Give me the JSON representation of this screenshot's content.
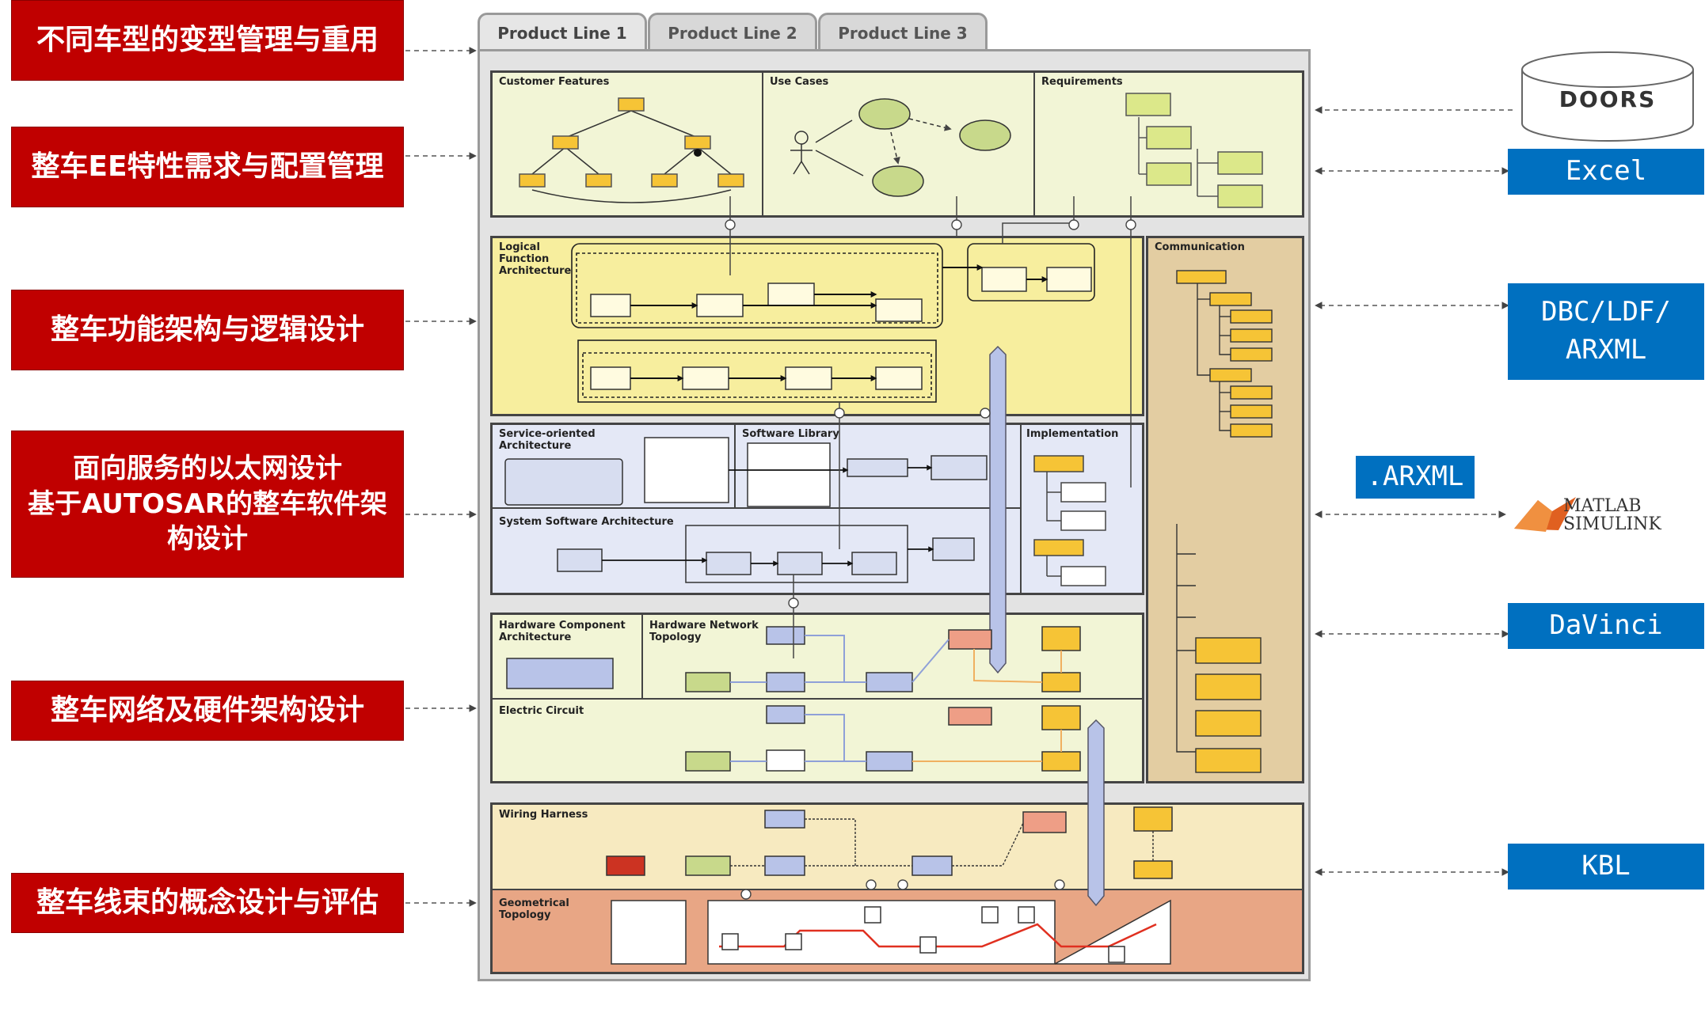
{
  "left_labels": [
    {
      "text": "不同车型的变型管理与重用"
    },
    {
      "text": "整车EE特性需求与配置管理"
    },
    {
      "text": "整车功能架构与逻辑设计"
    },
    {
      "text": "面向服务的以太网设计\n基于AUTOSAR的整车软件架\n构设计"
    },
    {
      "text": "整车网络及硬件架构设计"
    },
    {
      "text": "整车线束的概念设计与评估"
    }
  ],
  "tabs": [
    {
      "label": "Product Line 1"
    },
    {
      "label": "Product Line 2"
    },
    {
      "label": "Product Line 3"
    }
  ],
  "panels": {
    "customer_features": "Customer Features",
    "use_cases": "Use Cases",
    "requirements": "Requirements",
    "logical_function_architecture": "Logical\nFunction\nArchitecture",
    "communication": "Communication",
    "soa": "Service-oriented\nArchitecture",
    "software_library": "Software Library",
    "implementation": "Implementation",
    "system_software_architecture": "System Software Architecture",
    "hardware_component_architecture": "Hardware Component\nArchitecture",
    "hardware_network_topology": "Hardware Network\nTopology",
    "electric_circuit": "Electric Circuit",
    "wiring_harness": "Wiring Harness",
    "geometrical_topology": "Geometrical\nTopology"
  },
  "right_tools": {
    "doors": "DOORS",
    "excel": "Excel",
    "network": "DBC/LDF/\nARXML",
    "arxml": ".ARXML",
    "matlab_top": "MATLAB",
    "matlab_bottom": "SIMULINK",
    "davinci": "DaVinci",
    "kbl": "KBL"
  },
  "colors": {
    "label_red": "#c00000",
    "tool_blue": "#0070c0",
    "panel_green": "#f2f5d6",
    "panel_yellow": "#f7ee9e",
    "panel_lavender": "#e4e8f6",
    "panel_tan": "#e3cda2",
    "panel_salmon": "#e8a685",
    "element_green": "#c8d98b",
    "actuator_red": "#ee9e86",
    "element_orange": "#f6c436",
    "gnd_red": "#cc3322"
  }
}
